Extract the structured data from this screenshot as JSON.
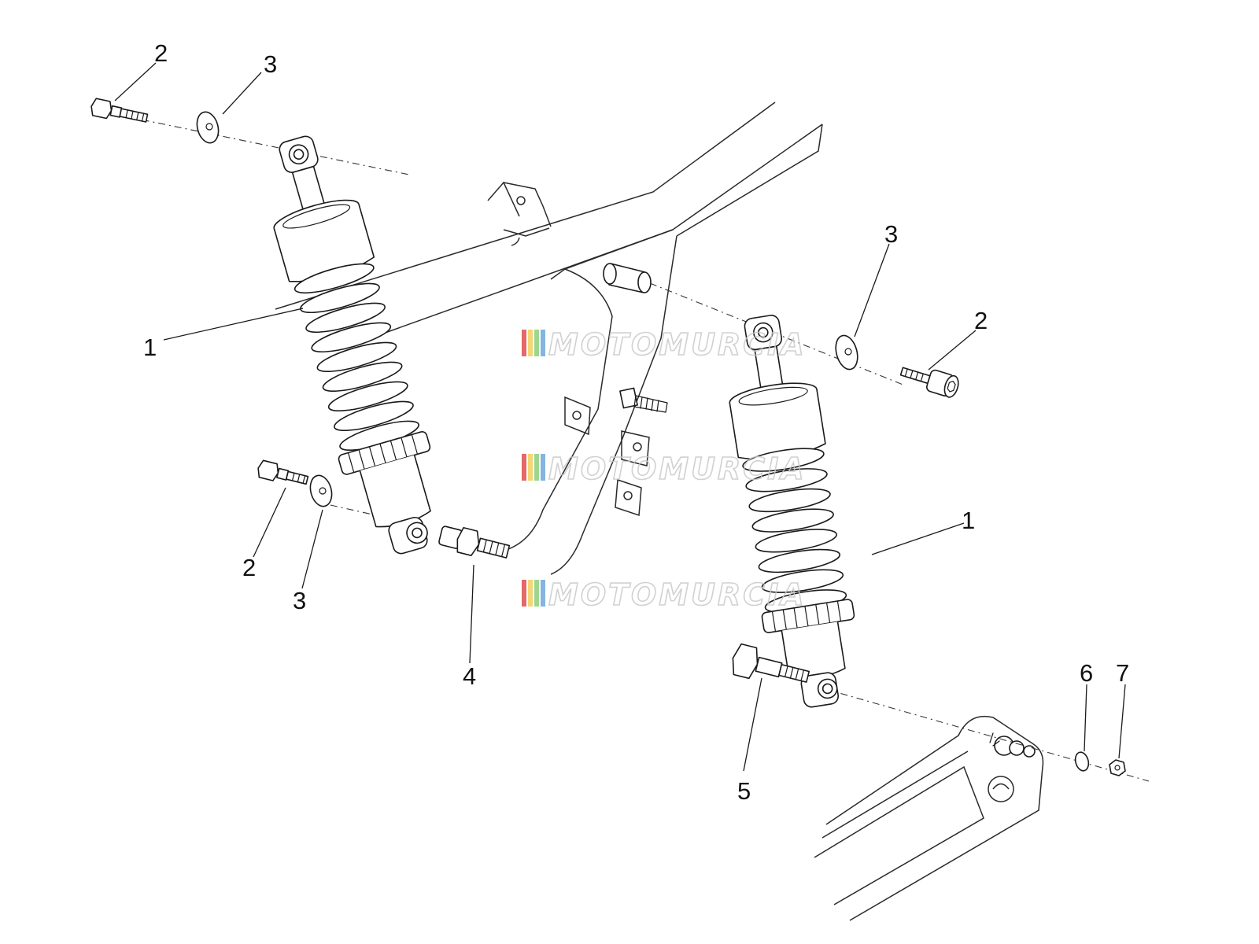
{
  "callouts": {
    "c1a": "1",
    "c1b": "1",
    "c2a": "2",
    "c2b": "2",
    "c2c": "2",
    "c3a": "3",
    "c3b": "3",
    "c3c": "3",
    "c4": "4",
    "c5": "5",
    "c6": "6",
    "c7": "7"
  },
  "watermark": {
    "text": "MOTOMURCIA",
    "stripe_colors": [
      "#e05050",
      "#f2d060",
      "#8ccf7a",
      "#6fa8dc"
    ]
  }
}
